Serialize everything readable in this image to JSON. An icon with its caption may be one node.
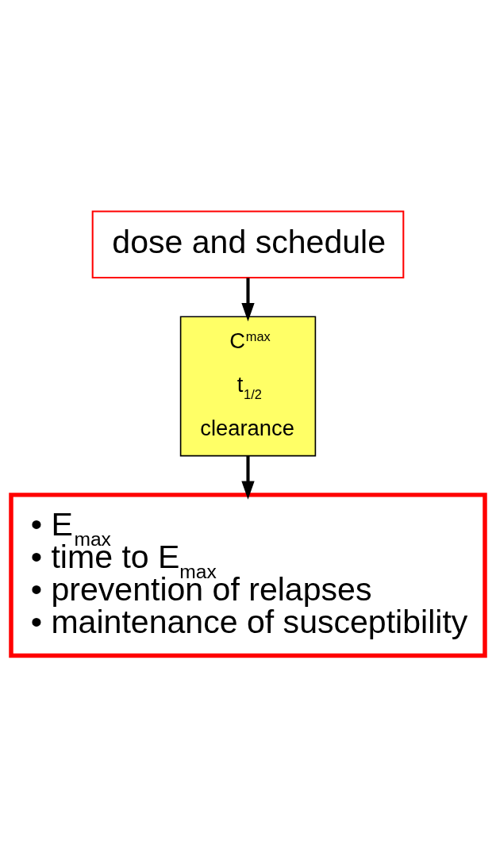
{
  "diagram": {
    "nodes": [
      {
        "text": [
          "dose and schedule"
        ]
      },
      {
        "text": [
          "C$^{max}$",
          "t$_{1/2}$",
          "clearance"
        ]
      },
      {
        "text": [
          "• E$_{max}$",
          "• time to E$_{max}$",
          "• prevention of relapses",
          "• maintenance of susceptibility"
        ]
      }
    ],
    "edges": [
      {
        "from": 0,
        "to": 1,
        "arrow": "to"
      },
      {
        "from": 1,
        "to": 2,
        "arrow": "to"
      }
    ]
  }
}
